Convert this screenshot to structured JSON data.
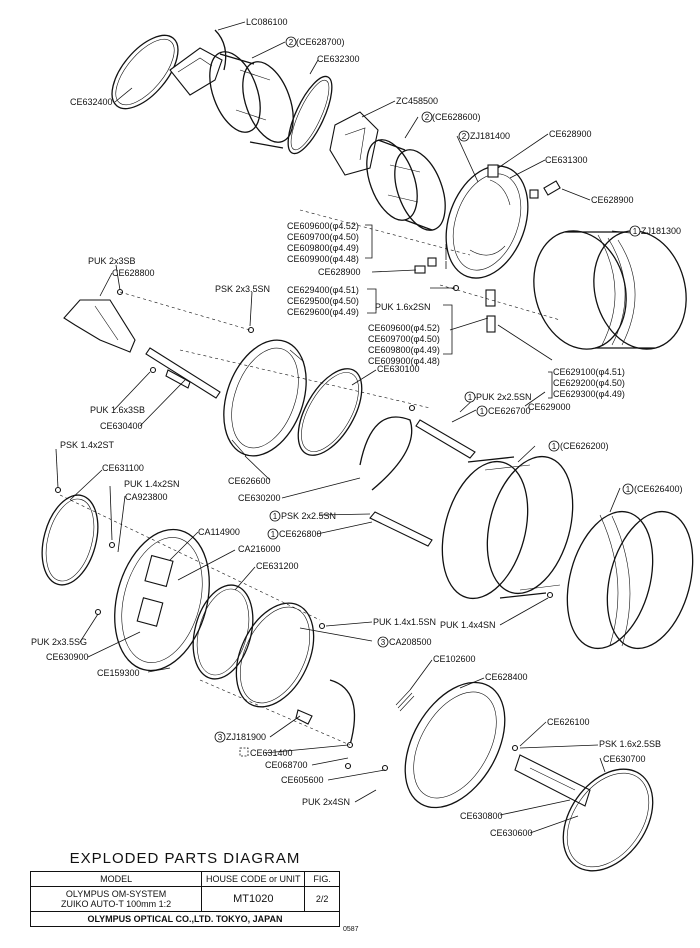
{
  "labels": {
    "lc086100": "LC086100",
    "ce628700": "(CE628700)",
    "ce632300": "CE632300",
    "ce632400": "CE632400",
    "zc458500": "ZC458500",
    "ce628600": "(CE628600)",
    "zj181400": "ZJ181400",
    "ce628900a": "CE628900",
    "ce631300": "CE631300",
    "ce628900b": "CE628900",
    "zj181300": "ZJ181300",
    "ce609600a": "CE609600(φ4.52)",
    "ce609700a": "CE609700(φ4.50)",
    "ce609800a": "CE609800(φ4.49)",
    "ce609900a": "CE609900(φ4.48)",
    "ce628900c": "CE628900",
    "ce629400": "CE629400(φ4.51)",
    "ce629500": "CE629500(φ4.50)",
    "ce629600": "CE629600(φ4.49)",
    "puk16x2sn": "PUK 1.6x2SN",
    "ce609600b": "CE609600(φ4.52)",
    "ce609700b": "CE609700(φ4.50)",
    "ce609800b": "CE609800(φ4.49)",
    "ce609900b": "CE609900(φ4.48)",
    "ce629100": "CE629100(φ4.51)",
    "ce629200": "CE629200(φ4.50)",
    "ce629300": "CE629300(φ4.49)",
    "ce629000": "CE629000",
    "puk2x3sb": "PUK 2x3SB",
    "ce628800": "CE628800",
    "psk2x35sn": "PSK 2x3.5SN",
    "puk16x3sb": "PUK 1.6x3SB",
    "ce630400": "CE630400",
    "ce630100": "CE630100",
    "puk2x25sn": "PUK 2x2.5SN",
    "ce626700": "CE626700",
    "ce626600": "CE626600",
    "ce626200": "(CE626200)",
    "ce630200": "CE630200",
    "psk2x25sn": "PSK 2x2.5SN",
    "ce626800": "CE626800",
    "ce626400": "(CE626400)",
    "psk14x2st": "PSK 1.4x2ST",
    "ce631100": "CE631100",
    "puk14x2sn": "PUK 1.4x2SN",
    "ca923800": "CA923800",
    "ca114900": "CA114900",
    "ca216000": "CA216000",
    "ce631200": "CE631200",
    "puk2x35sg": "PUK 2x3.5SG",
    "ce630900": "CE630900",
    "puk14x4sn": "PUK 1.4x4SN",
    "puk14x15sn": "PUK 1.4x1.5SN",
    "ca208500": "CA208500",
    "ce159300": "CE159300",
    "ce102600": "CE102600",
    "ce628400": "CE628400",
    "zj181900": "ZJ181900",
    "ce631400": "CE631400",
    "ce626100": "CE626100",
    "ce068700": "CE068700",
    "psk16x25sb": "PSK 1.6x2.5SB",
    "ce605600": "CE605600",
    "ce630700": "CE630700",
    "puk2x4sn": "PUK 2x4SN",
    "ce630800": "CE630800",
    "ce630600": "CE630600"
  },
  "qty": {
    "one": "1",
    "two": "2",
    "three": "3"
  },
  "title_block": {
    "heading": "EXPLODED PARTS DIAGRAM",
    "col_model": "MODEL",
    "col_house": "HOUSE CODE or UNIT",
    "col_fig": "FIG.",
    "model_line1": "OLYMPUS OM-SYSTEM",
    "model_line2": "ZUIKO AUTO-T 100mm 1:2",
    "house_code": "MT1020",
    "fig": "2/2",
    "company": "OLYMPUS OPTICAL CO.,LTD. TOKYO, JAPAN"
  },
  "doc_code": "0587"
}
